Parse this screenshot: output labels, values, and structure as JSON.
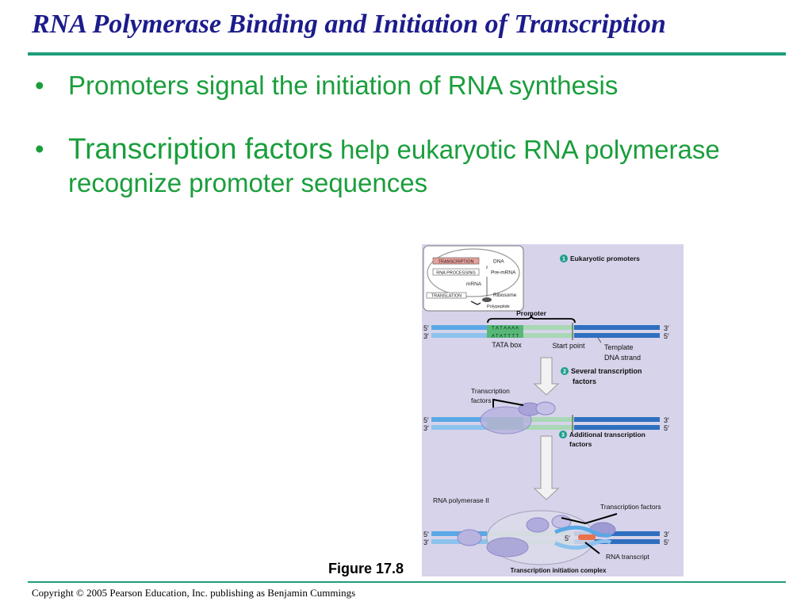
{
  "slide": {
    "title": "RNA Polymerase Binding and Initiation of Transcription",
    "bullets": [
      {
        "marker": "•",
        "text": "Promoters signal the initiation of RNA synthesis"
      },
      {
        "marker": "•",
        "lead": "Transcription factors",
        "rest": " help eukaryotic RNA polymerase recognize promoter sequences"
      }
    ],
    "figure_caption": "Figure 17.8",
    "copyright": "Copyright © 2005 Pearson Education, Inc. publishing as Benjamin Cummings",
    "colors": {
      "title": "#1c1c8c",
      "bullet_text": "#1a9e3c",
      "rule": "#1d9e7c",
      "figure_bg": "#d6d3ea"
    }
  },
  "figure": {
    "inset": {
      "transcription": "TRANSCRIPTION",
      "rna_processing": "RNA PROCESSING",
      "translation": "TRANSLATION",
      "dna": "DNA",
      "pre_mrna": "Pre-mRNA",
      "mrna": "mRNA",
      "ribosome": "Ribosome",
      "polypeptide": "Polypeptide"
    },
    "steps": [
      {
        "num": "1",
        "label": "Eukaryotic promoters"
      },
      {
        "num": "2",
        "label_line1": "Several transcription",
        "label_line2": "factors"
      },
      {
        "num": "3",
        "label_line1": "Additional transcription",
        "label_line2": "factors"
      }
    ],
    "promoter": "Promoter",
    "tata_top": "T A T A A A A",
    "tata_bottom": "A T A T T T T",
    "tata_box": "TATA box",
    "start_point": "Start point",
    "template_line1": "Template",
    "template_line2": "DNA strand",
    "five_prime": "5′",
    "three_prime": "3′",
    "tf_label_line1": "Transcription",
    "tf_label_line2": "factors",
    "rna_pol": "RNA polymerase II",
    "tf_right": "Transcription factors",
    "rna_transcript": "RNA transcript",
    "complex": "Transcription initiation complex"
  }
}
